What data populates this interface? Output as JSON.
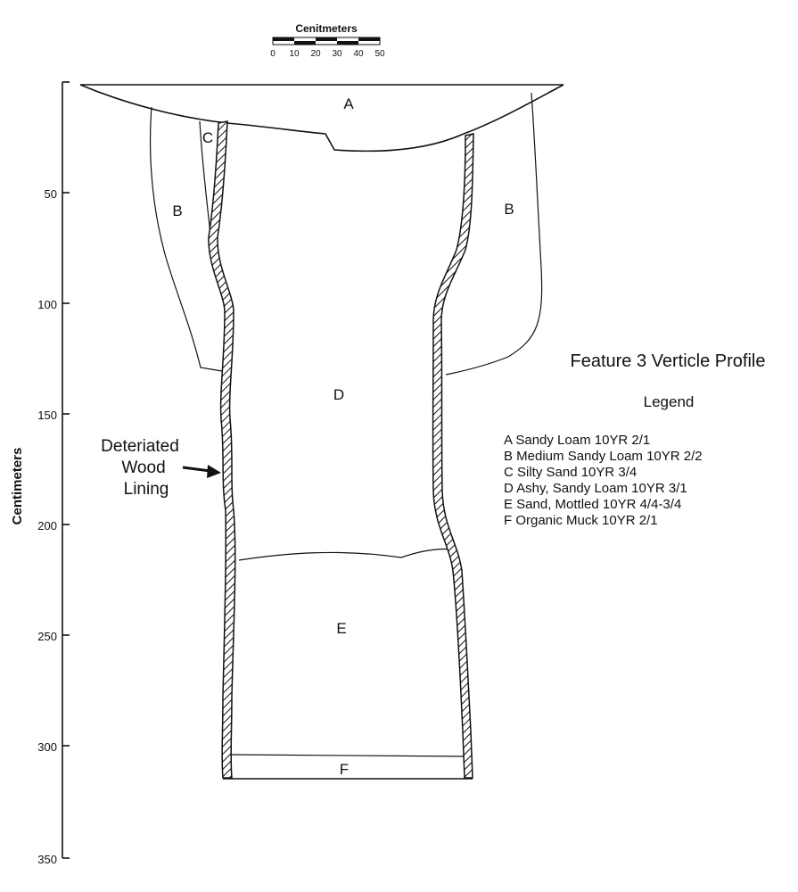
{
  "scale_bar": {
    "title": "Cenitmeters",
    "ticks": [
      "0",
      "10",
      "20",
      "30",
      "40",
      "50"
    ]
  },
  "axis": {
    "label": "Centimeters",
    "ticks": [
      "50",
      "100",
      "150",
      "200",
      "250",
      "300",
      "350"
    ]
  },
  "layers": {
    "A": "A",
    "B": "B",
    "C": "C",
    "D": "D",
    "E": "E",
    "F": "F"
  },
  "annotation": {
    "lines": [
      "Deteriated",
      "Wood",
      "Lining"
    ]
  },
  "title": "Feature 3 Verticle Profile",
  "legend": {
    "heading": "Legend",
    "items": [
      "A Sandy Loam 10YR 2/1",
      "B Medium Sandy Loam 10YR 2/2",
      "C Silty Sand 10YR 3/4",
      "D Ashy, Sandy Loam 10YR 3/1",
      "E Sand, Mottled 10YR 4/4-3/4",
      "F Organic Muck 10YR 2/1"
    ]
  }
}
